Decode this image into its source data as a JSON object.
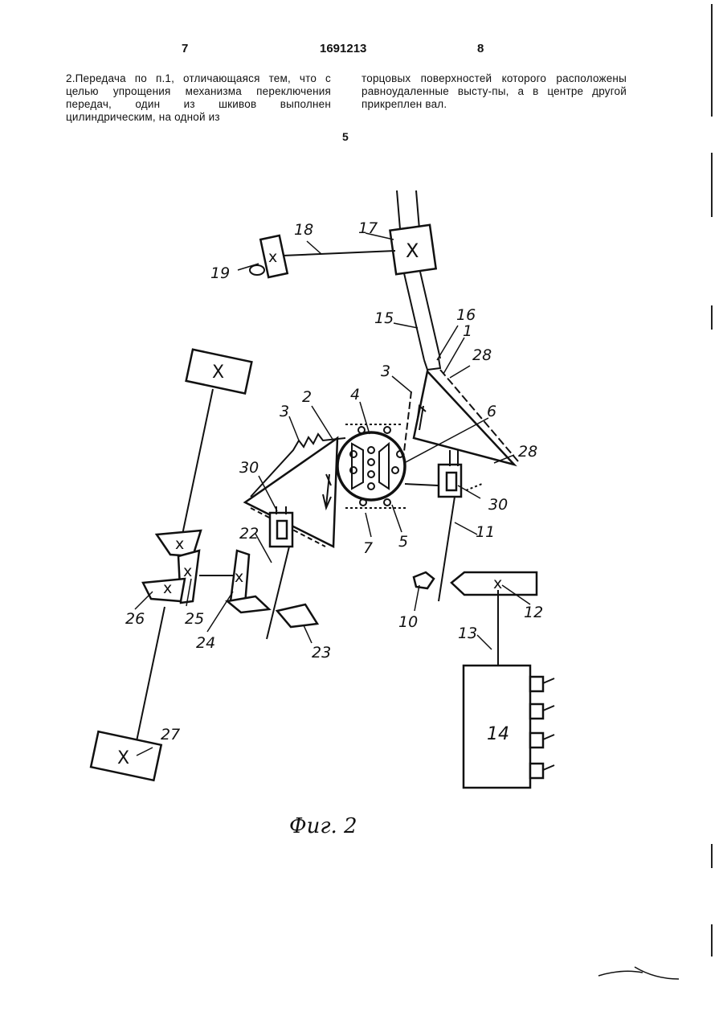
{
  "header": {
    "left_page": "7",
    "patent_number": "1691213",
    "right_page": "8"
  },
  "text": {
    "left_column": "2.Передача по п.1, отличающаяся тем, что с целью упрощения механизма переключения передач, один из шкивов выполнен цилиндрическим, на одной из",
    "right_column": "торцовых поверхностей которого расположены равноудаленные высту-пы, а в центре другой прикреплен вал.",
    "line_marker": "5"
  },
  "figure": {
    "caption": "Фиг. 2",
    "labels": {
      "l1": "1",
      "l2": "2",
      "l3a": "3",
      "l3b": "3",
      "l4": "4",
      "l5": "5",
      "l6": "6",
      "l7": "7",
      "l10": "10",
      "l11": "11",
      "l12": "12",
      "l13": "13",
      "l14": "14",
      "l15": "15",
      "l16": "16",
      "l17": "17",
      "l18": "18",
      "l19": "19",
      "l22": "22",
      "l23": "23",
      "l24": "24",
      "l25": "25",
      "l26": "26",
      "l27": "27",
      "l28a": "28",
      "l28b": "28",
      "l30a": "30",
      "l30b": "30"
    },
    "marks": {
      "x": "X",
      "xs": "x"
    }
  }
}
